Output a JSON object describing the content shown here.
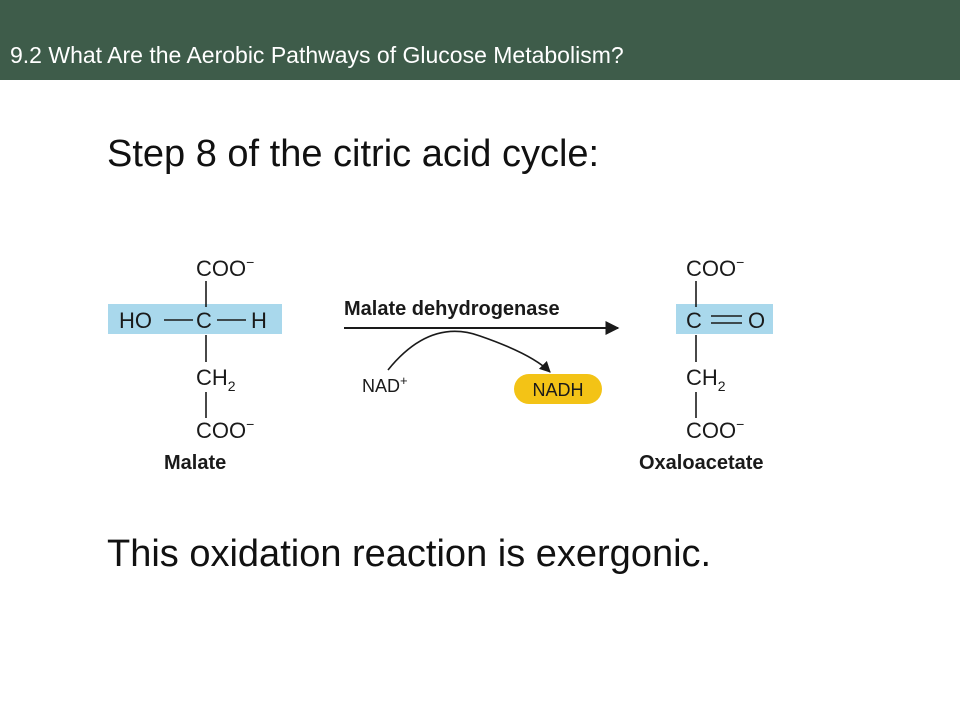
{
  "header": {
    "title": "9.2 What Are the Aerobic Pathways of Glucose Metabolism?",
    "background_color": "#3e5c4a"
  },
  "slide": {
    "heading": "Step 8 of the citric acid cycle:",
    "conclusion": "This oxidation reaction is exergonic."
  },
  "reaction": {
    "highlight_color": "#a9d8ec",
    "nadh_color": "#f3c316",
    "enzyme": "Malate dehydrogenase",
    "cofactor_in": "NAD",
    "cofactor_in_charge": "+",
    "cofactor_out": "NADH",
    "reactant": {
      "name": "Malate",
      "top": "COO",
      "top_charge": "−",
      "left": "HO",
      "center": "C",
      "right": "H",
      "ch2": "CH",
      "ch2_sub": "2",
      "bottom": "COO",
      "bottom_charge": "−"
    },
    "product": {
      "name": "Oxaloacetate",
      "top": "COO",
      "top_charge": "−",
      "center": "C",
      "right": "O",
      "ch2": "CH",
      "ch2_sub": "2",
      "bottom": "COO",
      "bottom_charge": "−"
    }
  }
}
